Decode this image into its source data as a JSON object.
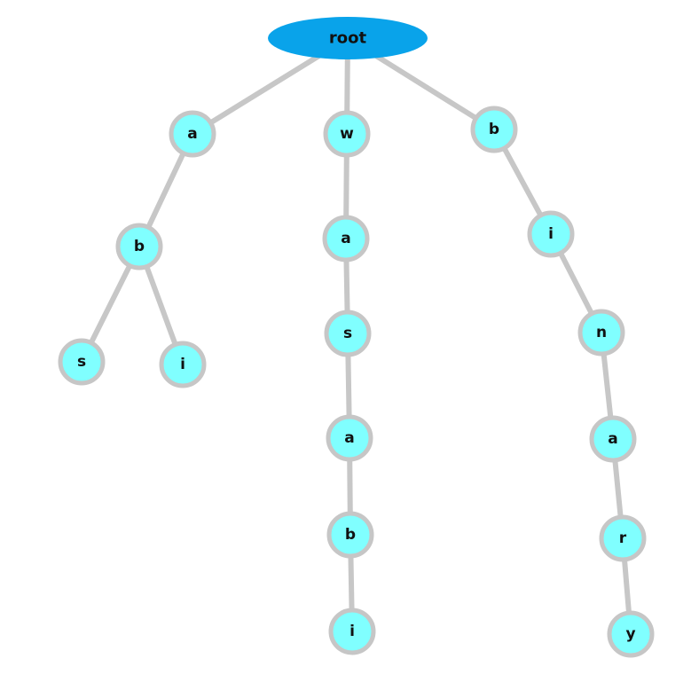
{
  "title": "",
  "colors": {
    "root_fill": "#09a3ea",
    "node_fill": "#80ffff",
    "node_stroke": "#c6c6c6",
    "edge": "#c7c7c7",
    "text": "#111111"
  },
  "nodes": [
    {
      "id": "root",
      "label": "root",
      "kind": "root"
    },
    {
      "id": "n-a1",
      "label": "a"
    },
    {
      "id": "n-b1",
      "label": "b"
    },
    {
      "id": "n-s1",
      "label": "s"
    },
    {
      "id": "n-i1",
      "label": "i"
    },
    {
      "id": "n-w",
      "label": "w"
    },
    {
      "id": "n-a2",
      "label": "a"
    },
    {
      "id": "n-s2",
      "label": "s"
    },
    {
      "id": "n-a3",
      "label": "a"
    },
    {
      "id": "n-b2",
      "label": "b"
    },
    {
      "id": "n-i2",
      "label": "i"
    },
    {
      "id": "n-b3",
      "label": "b"
    },
    {
      "id": "n-i3",
      "label": "i"
    },
    {
      "id": "n-n",
      "label": "n"
    },
    {
      "id": "n-a4",
      "label": "a"
    },
    {
      "id": "n-r",
      "label": "r"
    },
    {
      "id": "n-y",
      "label": "y"
    }
  ],
  "edges": [
    [
      "root",
      "n-a1"
    ],
    [
      "n-a1",
      "n-b1"
    ],
    [
      "n-b1",
      "n-s1"
    ],
    [
      "n-b1",
      "n-i1"
    ],
    [
      "root",
      "n-w"
    ],
    [
      "n-w",
      "n-a2"
    ],
    [
      "n-a2",
      "n-s2"
    ],
    [
      "n-s2",
      "n-a3"
    ],
    [
      "n-a3",
      "n-b2"
    ],
    [
      "n-b2",
      "n-i2"
    ],
    [
      "root",
      "n-b3"
    ],
    [
      "n-b3",
      "n-i3"
    ],
    [
      "n-i3",
      "n-n"
    ],
    [
      "n-n",
      "n-a4"
    ],
    [
      "n-a4",
      "n-r"
    ],
    [
      "n-r",
      "n-y"
    ]
  ]
}
